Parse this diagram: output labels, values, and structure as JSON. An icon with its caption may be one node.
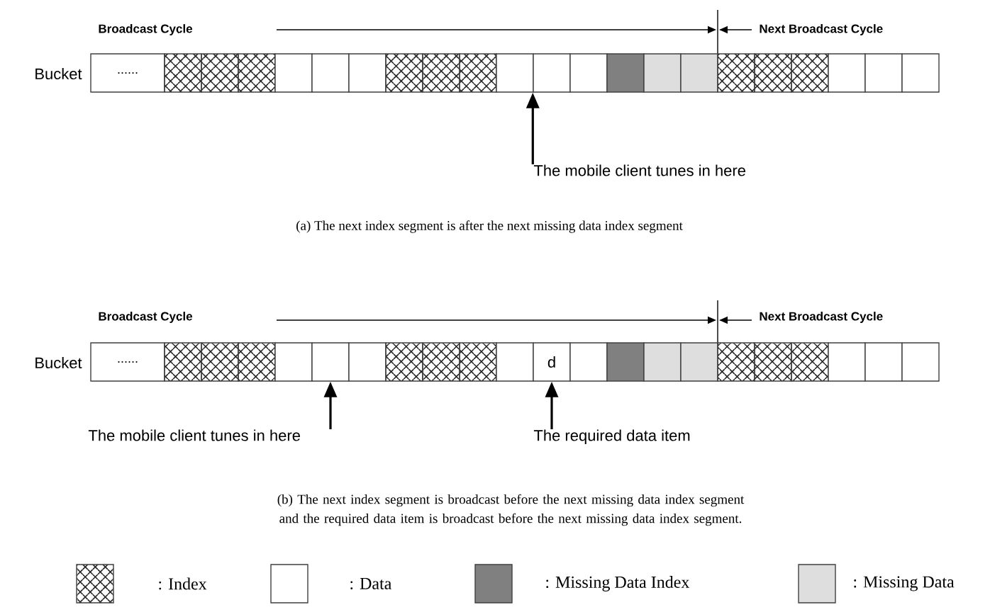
{
  "diagram": {
    "nodes": [
      {
        "text": [
          "......"
        ]
      },
      {
        "text": [],
        "shape": "box"
      },
      {
        "text": [],
        "shape": "box"
      },
      {
        "text": [],
        "shape": "box"
      },
      {
        "text": [],
        "shape": "box"
      },
      {
        "text": [],
        "shape": "box"
      },
      {
        "text": [],
        "shape": "box"
      },
      {
        "text": [],
        "shape": "box"
      },
      {
        "text": [],
        "shape": "box"
      },
      {
        "text": [],
        "shape": "box"
      },
      {
        "text": [],
        "shape": "box"
      },
      {
        "text": [],
        "shape": "box"
      },
      {
        "text": [],
        "shape": "box"
      },
      {
        "text": [],
        "shape": "box"
      },
      {
        "text": [],
        "shape": "box"
      },
      {
        "text": [],
        "shape": "box"
      },
      {
        "text": [],
        "shape": "box"
      },
      {
        "text": [],
        "shape": "box"
      },
      {
        "text": [],
        "shape": "box"
      },
      {
        "text": [],
        "shape": "box"
      },
      {
        "text": [],
        "shape": "box"
      },
      {
        "text": [],
        "shape": "box"
      },
      {
        "text": [
          "The mobile client tunes in here"
        ]
      },
      {
        "text": [
          "......"
        ]
      },
      {
        "text": [],
        "shape": "box"
      },
      {
        "text": [],
        "shape": "box"
      },
      {
        "text": [],
        "shape": "box"
      },
      {
        "text": [],
        "shape": "box"
      },
      {
        "text": [],
        "shape": "box"
      },
      {
        "text": [],
        "shape": "box"
      },
      {
        "text": [],
        "shape": "box"
      },
      {
        "text": [],
        "shape": "box"
      },
      {
        "text": [],
        "shape": "box"
      },
      {
        "text": [],
        "shape": "box"
      },
      {
        "text": [
          "d"
        ]
      },
      {
        "text": [],
        "shape": "box"
      },
      {
        "text": [],
        "shape": "box"
      },
      {
        "text": [],
        "shape": "box"
      },
      {
        "text": [],
        "shape": "box"
      },
      {
        "text": [],
        "shape": "box"
      },
      {
        "text": [],
        "shape": "box"
      },
      {
        "text": [],
        "shape": "box"
      },
      {
        "text": [],
        "shape": "box"
      },
      {
        "text": [],
        "shape": "box"
      },
      {
        "text": [],
        "shape": "box"
      },
      {
        "text": [
          "The mobile client tunes in here"
        ]
      },
      {
        "text": [
          "The required data item"
        ]
      }
    ],
    "edges": [
      {
        "from": 22,
        "to": 11,
        "arrow": "to"
      },
      {
        "from": 45,
        "to": 28,
        "arrow": "to"
      },
      {
        "from": 46,
        "to": 34,
        "arrow": "to"
      }
    ],
    "labels": [
      "Broadcast Cycle",
      "Next Broadcast Cycle",
      "Bucket",
      "(a) The next index segment is after the next missing data index segment",
      "Broadcast Cycle",
      "Next Broadcast Cycle",
      "Bucket",
      "(b) The next index segment is broadcast before the next missing data index segment and the required data item is broadcast before the next missing data index segment."
    ],
    "legend": [
      {
        "text": ": Index"
      },
      {
        "text": ": Data"
      },
      {
        "text": ": Missing Data Index"
      },
      {
        "text": ": Missing Data"
      }
    ]
  }
}
